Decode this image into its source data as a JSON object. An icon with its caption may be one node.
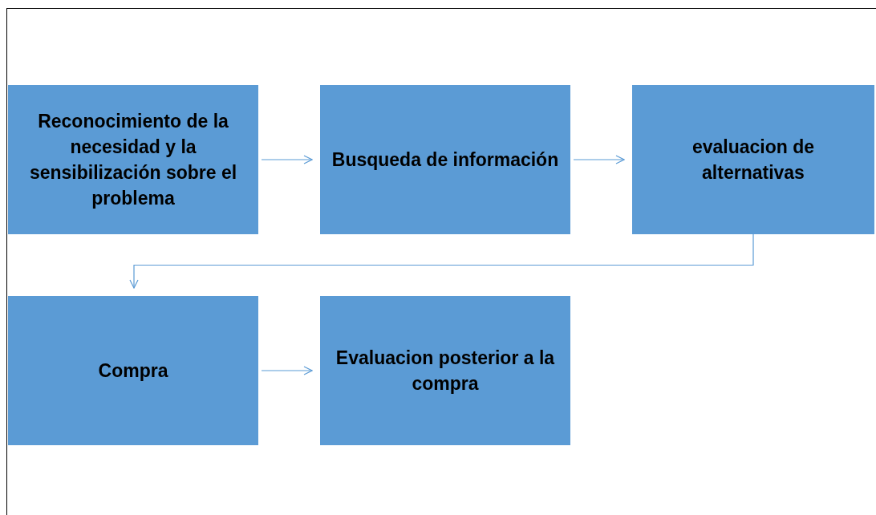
{
  "diagram": {
    "nodes": [
      {
        "text": [
          "Reconocimiento de la necesidad y la sensibilización sobre el problema"
        ]
      },
      {
        "text": [
          "Busqueda de información"
        ]
      },
      {
        "text": [
          "evaluacion de alternativas"
        ]
      },
      {
        "text": [
          "Compra"
        ]
      },
      {
        "text": [
          "Evaluacion posterior a la compra"
        ]
      }
    ],
    "edges": [
      {
        "from": 0,
        "to": 1,
        "arrow": "to"
      },
      {
        "from": 1,
        "to": 2,
        "arrow": "to"
      },
      {
        "from": 2,
        "to": 3,
        "arrow": "to"
      },
      {
        "from": 3,
        "to": 4,
        "arrow": "to"
      }
    ]
  }
}
